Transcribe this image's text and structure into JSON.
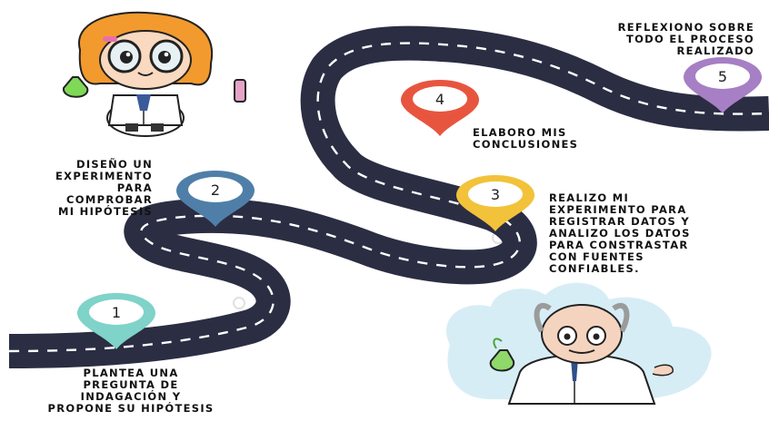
{
  "steps": [
    {
      "number": "1",
      "text": "PLANTEA UNA\nPREGUNTA DE\nINDAGACIÓN Y\nPROPONE SU HIPÓTESIS",
      "color": "#7fd3c8"
    },
    {
      "number": "2",
      "text": "DISEÑO UN\nEXPERIMENTO\nPARA\nCOMPROBAR\nMI HIPÓTESIS",
      "color": "#4f7fa8"
    },
    {
      "number": "3",
      "text": "REALIZO MI\nEXPERIMENTO PARA\nREGISTRAR DATOS Y\nANALIZO LOS DATOS\nPARA CONSTRASTAR\nCON FUENTES\nCONFIABLES.",
      "color": "#f2c23a"
    },
    {
      "number": "4",
      "text": "ELABORO MIS\nCONCLUSIONES",
      "color": "#e8553f"
    },
    {
      "number": "5",
      "text": "REFLEXIONO SOBRE\nTODO EL PROCESO\nREALIZADO",
      "color": "#a67fc4"
    }
  ],
  "colors": {
    "road": "#2b2d43",
    "lane": "#ffffff",
    "sky": "#d7edf6"
  },
  "icons": [
    "girl-scientist-icon",
    "old-scientist-icon",
    "location-pin-icon"
  ]
}
